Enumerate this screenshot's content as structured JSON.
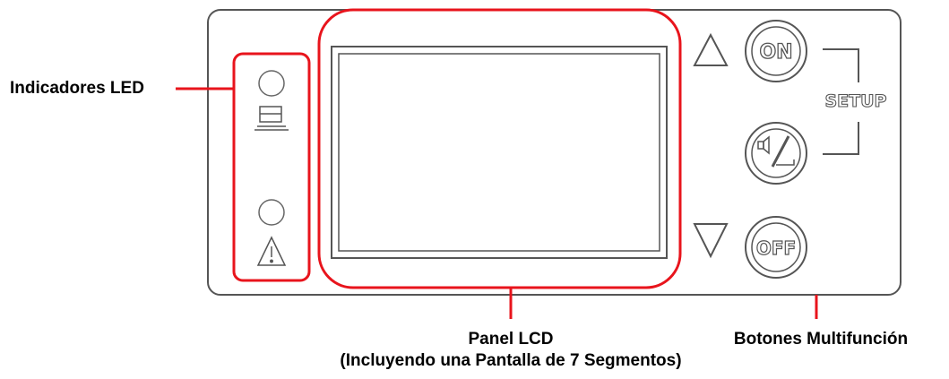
{
  "labels": {
    "led": "Indicadores LED",
    "lcd_line1": "Panel LCD",
    "lcd_line2": "(Incluyendo una Pantalla de 7 Segmentos)",
    "buttons": "Botones Multifunción"
  },
  "buttons": {
    "on": "ON",
    "off": "OFF",
    "setup": "SETUP"
  },
  "icons": {
    "led_top": "computer-icon",
    "led_bottom": "warning-icon",
    "middle_button": "mute-test-icon",
    "arrow_up": "triangle-up-icon",
    "arrow_down": "triangle-down-icon"
  },
  "colors": {
    "callout": "#e8141c",
    "outline": "#555555",
    "panel_bg": "#ffffff"
  }
}
